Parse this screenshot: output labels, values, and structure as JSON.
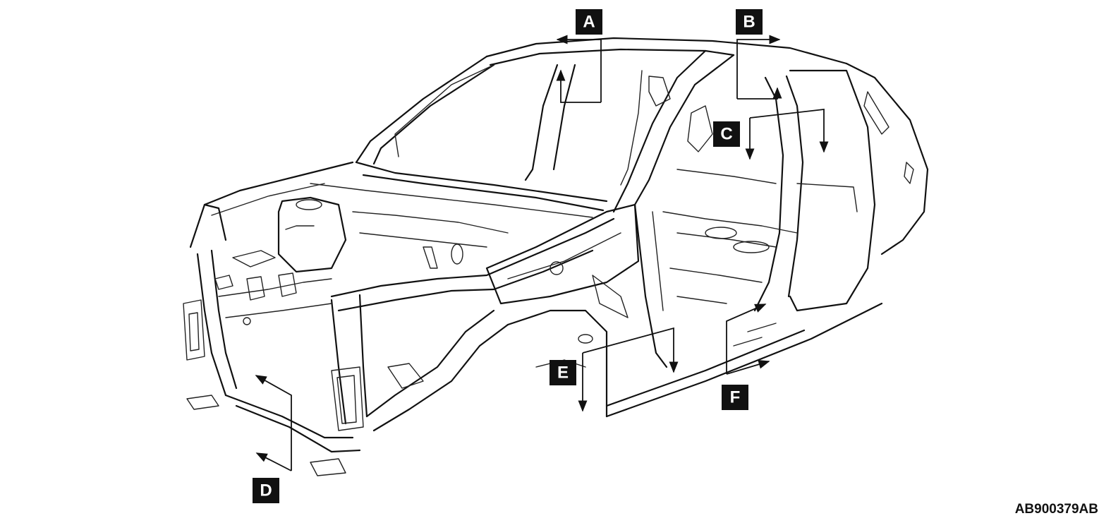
{
  "callouts": [
    {
      "id": "A",
      "label": "A"
    },
    {
      "id": "B",
      "label": "B"
    },
    {
      "id": "C",
      "label": "C"
    },
    {
      "id": "D",
      "label": "D"
    },
    {
      "id": "E",
      "label": "E"
    },
    {
      "id": "F",
      "label": "F"
    }
  ],
  "figure_id": "AB900379AB",
  "colors": {
    "line": "#111111",
    "background": "#ffffff",
    "callout_fill": "#111111",
    "callout_text": "#ffffff"
  }
}
